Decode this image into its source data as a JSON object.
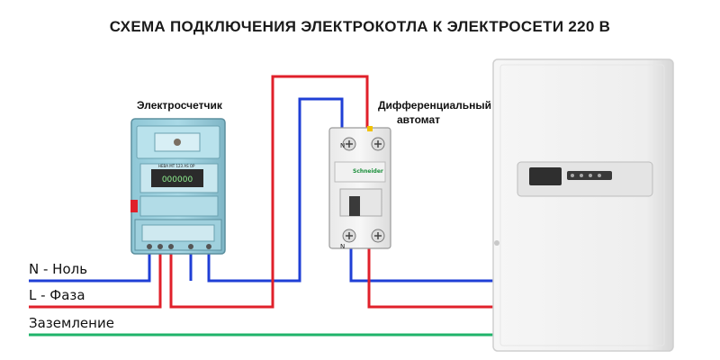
{
  "title": "СХЕМА ПОДКЛЮЧЕНИЯ ЭЛЕКТРОКОТЛА К ЭЛЕКТРОСЕТИ 220 В",
  "labels": {
    "meter": "Электросчетчик",
    "rcd_line1": "Дифференциальный",
    "rcd_line2": "автомат"
  },
  "lines": {
    "neutral": "N - Ноль",
    "phase": "L - Фаза",
    "ground": "Заземление"
  },
  "meter_display": {
    "model": "НЕВА МТ 123 AS OP"
  },
  "rcd_display": {
    "terminal_n_top": "N",
    "terminal_n_bottom": "N",
    "brand": "Schneider"
  },
  "colors": {
    "neutral_wire": "#1f3fd6",
    "phase_wire": "#e0202a",
    "ground_wire": "#1fb36a"
  }
}
